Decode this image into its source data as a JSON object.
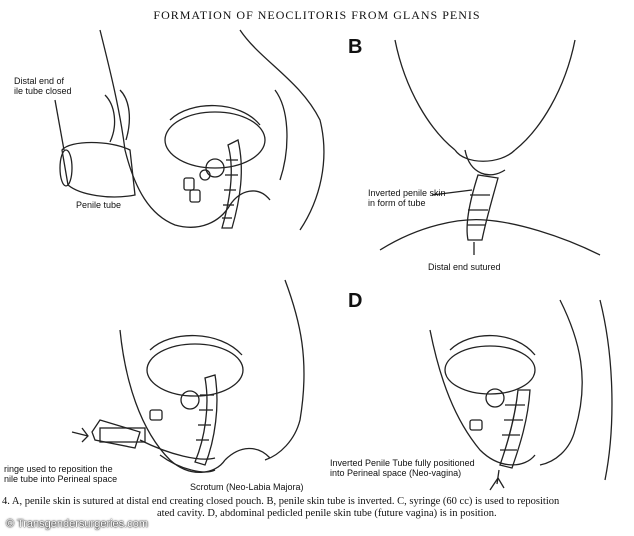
{
  "title": "FORMATION OF NEOCLITORIS FROM GLANS PENIS",
  "panels": {
    "a": {
      "letter": "",
      "labels": {
        "distal_line1": "Distal end of",
        "distal_line2": "ile tube closed",
        "penile_tube": "Penile tube"
      }
    },
    "b": {
      "letter": "B",
      "labels": {
        "inverted_line1": "Inverted penile skin",
        "inverted_line2": "in form of tube",
        "distal_sutured": "Distal end sutured"
      }
    },
    "c": {
      "letter": "",
      "labels": {
        "syringe_line1": "ringe used to reposition the",
        "syringe_line2": "nile tube into Perineal space",
        "scrotum": "Scrotum (Neo-Labia Majora)"
      }
    },
    "d": {
      "letter": "D",
      "labels": {
        "inverted_line1": "Inverted Penile Tube fully positioned",
        "inverted_line2": "into Perineal space (Neo-vagina)"
      }
    }
  },
  "caption": {
    "line1": "4. A, penile skin is sutured at distal end creating closed pouch. B, penile skin tube is inverted. C, syringe (60 cc) is used to reposition",
    "line2": "ated cavity. D, abdominal pedicled penile skin tube (future vagina) is in position."
  },
  "watermark": "© Transgendersurgeries.com"
}
